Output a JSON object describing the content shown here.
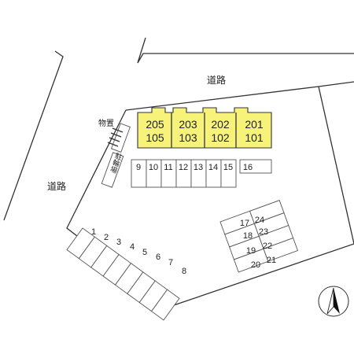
{
  "roads": {
    "top_label": "道路",
    "left_label": "道路"
  },
  "storage": {
    "label": "物置"
  },
  "bike_parking": {
    "label": "駐輪場"
  },
  "building": {
    "units": [
      {
        "upper": "205",
        "lower": "105"
      },
      {
        "upper": "203",
        "lower": "103"
      },
      {
        "upper": "202",
        "lower": "102"
      },
      {
        "upper": "201",
        "lower": "101"
      }
    ],
    "fill_color": "#f6f27a"
  },
  "parking_row_top": [
    "9",
    "10",
    "11",
    "12",
    "13",
    "14",
    "15"
  ],
  "parking_single": "16",
  "parking_left_row": [
    "1",
    "2",
    "3",
    "4",
    "5",
    "6",
    "7",
    "8"
  ],
  "parking_grid_left": [
    "17",
    "18",
    "19",
    "20"
  ],
  "parking_grid_right": [
    "24",
    "23",
    "22",
    "21"
  ],
  "compass": {
    "icon": "north-arrow-icon"
  }
}
